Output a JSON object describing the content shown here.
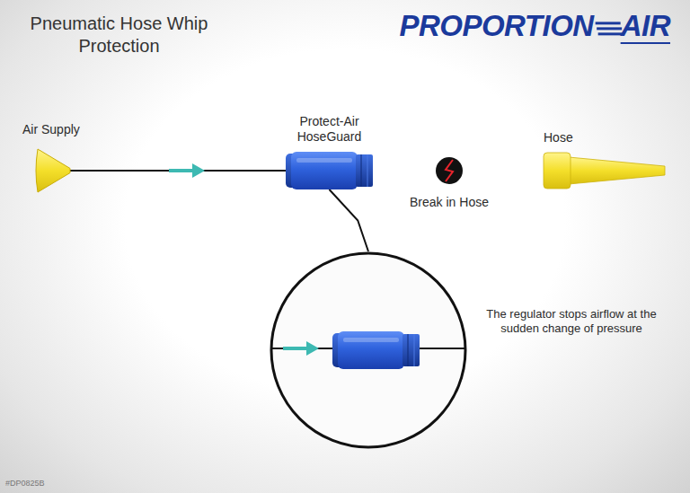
{
  "diagram": {
    "title": "Pneumatic Hose Whip Protection",
    "nodes": [
      {
        "text": [
          "Air Supply"
        ]
      },
      {
        "text": [
          "Protect-Air HoseGuard"
        ]
      },
      {
        "text": [
          "Break in Hose"
        ]
      },
      {
        "text": [
          "Hose"
        ]
      },
      {
        "text": [
          "The regulator stops airflow at the sudden change of pressure"
        ]
      }
    ],
    "edges": [
      {
        "from": 0,
        "to": 1,
        "arrow": "to"
      },
      {
        "from": 1,
        "to": 2,
        "arrow": "none"
      },
      {
        "from": 2,
        "to": 3,
        "arrow": "none"
      },
      {
        "from": 1,
        "to": 4,
        "arrow": "none"
      }
    ],
    "labels": [
      "PROPORTION",
      "AIR",
      "#DP0825B"
    ]
  }
}
